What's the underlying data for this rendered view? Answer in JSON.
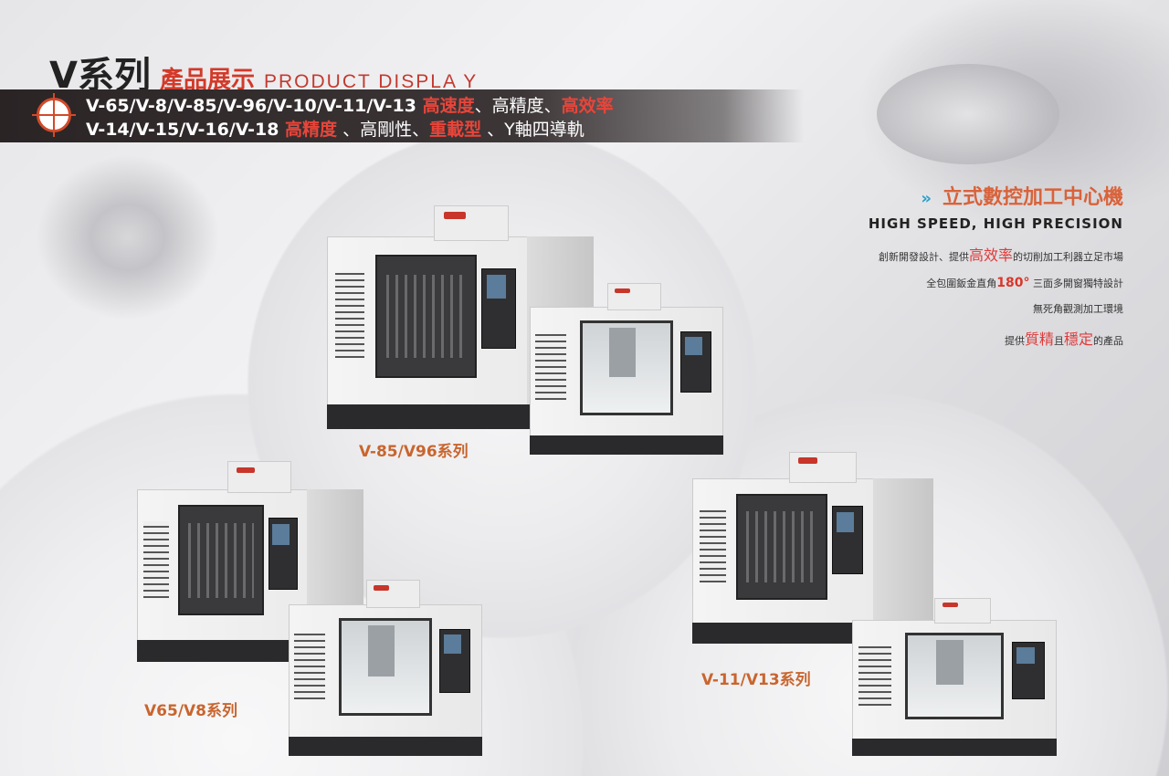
{
  "header": {
    "series": "V系列",
    "title_cn": "產品展示",
    "title_en": "PRODUCT DISPLA Y"
  },
  "band": {
    "line1_models": "V-65/V-8/V-85/V-96/V-10/V-11/V-13 ",
    "line1_features": [
      "高速度",
      "、高精度、",
      "高效率"
    ],
    "line2_models": "V-14/V-15/V-16/V-18 ",
    "line2_features": [
      "高精度",
      " 、高剛性、",
      "重載型",
      " 、Y軸四導軌"
    ]
  },
  "intro": {
    "heading": "立式數控加工中心機",
    "subheading": "HIGH SPEED, HIGH PRECISION",
    "line1": [
      "創新開發設計、提供",
      "高效率",
      "的切削加工利器立足市場"
    ],
    "line2": [
      "全包圍鈑金直角",
      "180°",
      " 三面多開窗獨特設計"
    ],
    "line3": "無死角觀測加工環境",
    "line4": [
      "提供",
      "質精",
      "且",
      "穩定",
      "的產品"
    ]
  },
  "products": [
    {
      "label": "V-85/V96系列"
    },
    {
      "label": "V65/V8系列"
    },
    {
      "label": "V-11/V13系列"
    }
  ],
  "colors": {
    "accent_red": "#d23a2a",
    "accent_orange": "#c9652e",
    "chevron": "#2aa0c8"
  }
}
